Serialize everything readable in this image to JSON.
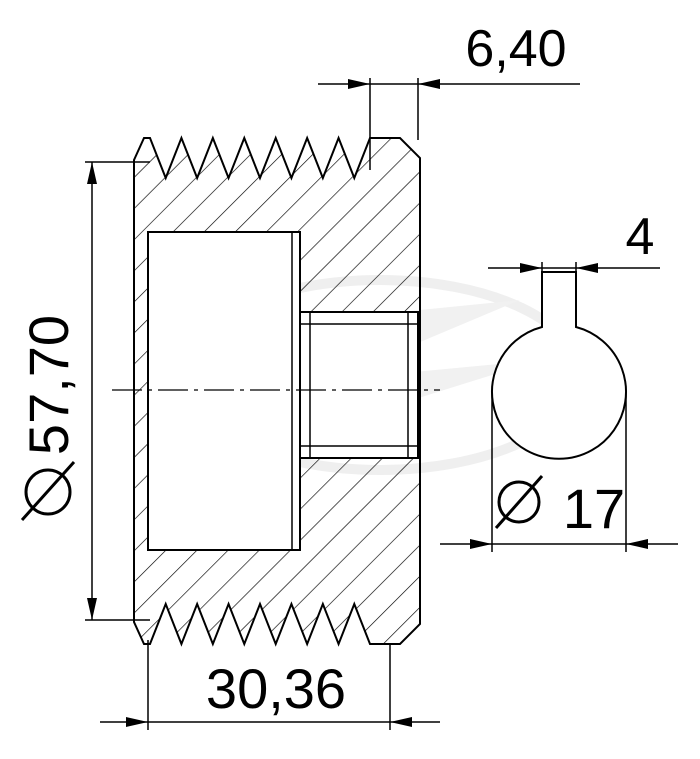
{
  "dimensions": {
    "groove_width": "6,40",
    "key_width": "4",
    "outer_diameter": "57,70",
    "shaft_diameter": "17",
    "pulley_width": "30,36"
  },
  "colors": {
    "line": "#000000",
    "background": "#ffffff",
    "watermark": "#ececec"
  }
}
